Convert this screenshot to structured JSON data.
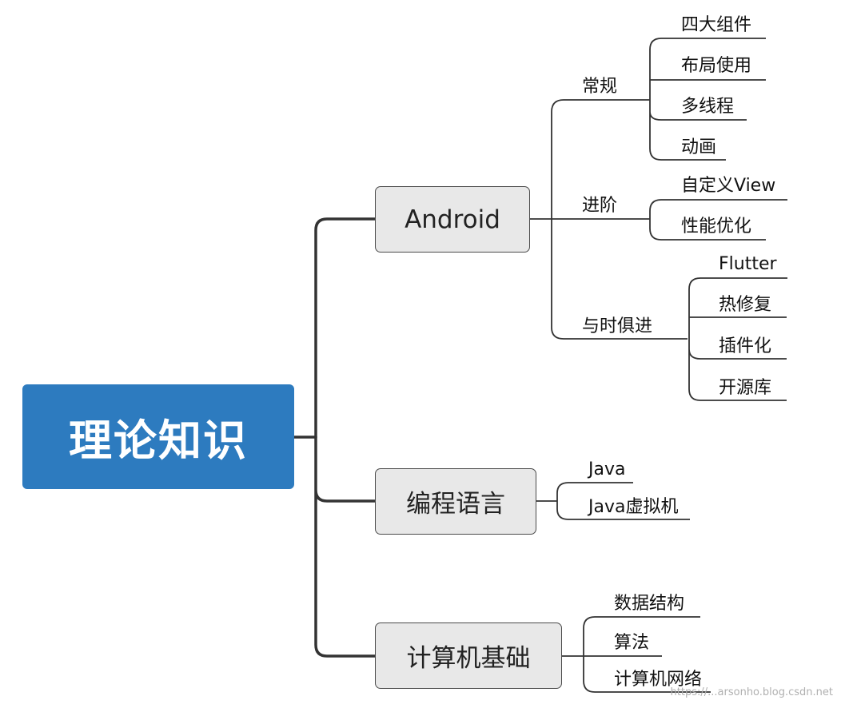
{
  "root": {
    "label": "理论知识"
  },
  "branches": {
    "android": {
      "label": "Android",
      "groups": {
        "regular": {
          "label": "常规",
          "items": [
            "四大组件",
            "布局使用",
            "多线程",
            "动画"
          ]
        },
        "advanced": {
          "label": "进阶",
          "items": [
            "自定义View",
            "性能优化"
          ]
        },
        "modern": {
          "label": "与时俱进",
          "items": [
            "Flutter",
            "热修复",
            "插件化",
            "开源库"
          ]
        }
      }
    },
    "language": {
      "label": "编程语言",
      "items": [
        "Java",
        "Java虚拟机"
      ]
    },
    "basics": {
      "label": "计算机基础",
      "items": [
        "数据结构",
        "算法",
        "计算机网络"
      ]
    }
  },
  "watermark": "https://...arsonho.blog.csdn.net",
  "colors": {
    "root_fill": "#2d7bbf",
    "node_fill": "#e8e8e8",
    "line": "#333333"
  }
}
